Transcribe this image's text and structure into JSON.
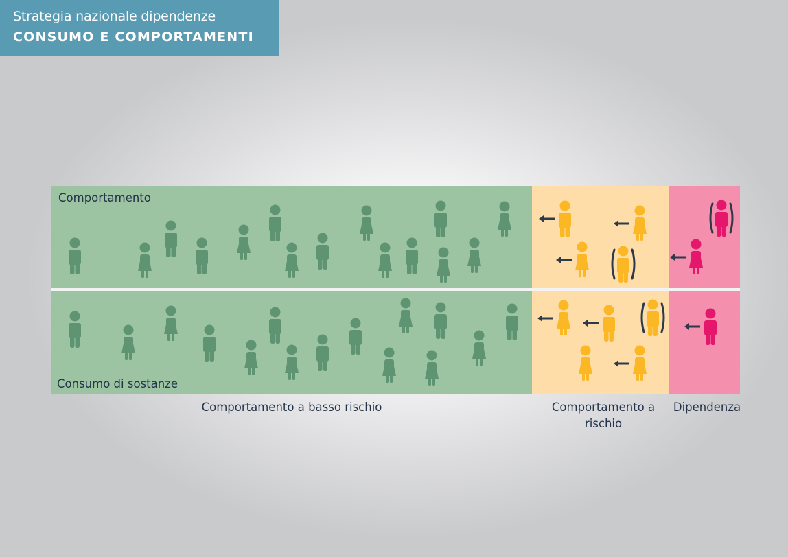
{
  "header": {
    "title": "Strategia nazionale dipendenze",
    "subtitle": "CONSUMO E COMPORTAMENTI"
  },
  "rows": {
    "top_label": "Comportamento",
    "bottom_label": "Consumo di sostanze"
  },
  "zones": [
    {
      "key": "basso",
      "label": "Comportamento a basso rischio",
      "color": "#9cc4a2",
      "figure_color": "#5f9472"
    },
    {
      "key": "rischio",
      "label": "Comportamento a rischio",
      "color": "#fedda9",
      "figure_color": "#fbb724"
    },
    {
      "key": "dipendenza",
      "label": "Dipendenza",
      "color": "#f48fad",
      "figure_color": "#e5176c"
    }
  ],
  "colors": {
    "arrow": "#2d3a4a",
    "bracket": "#2d3a4a",
    "divider": "#f3f3f3"
  }
}
